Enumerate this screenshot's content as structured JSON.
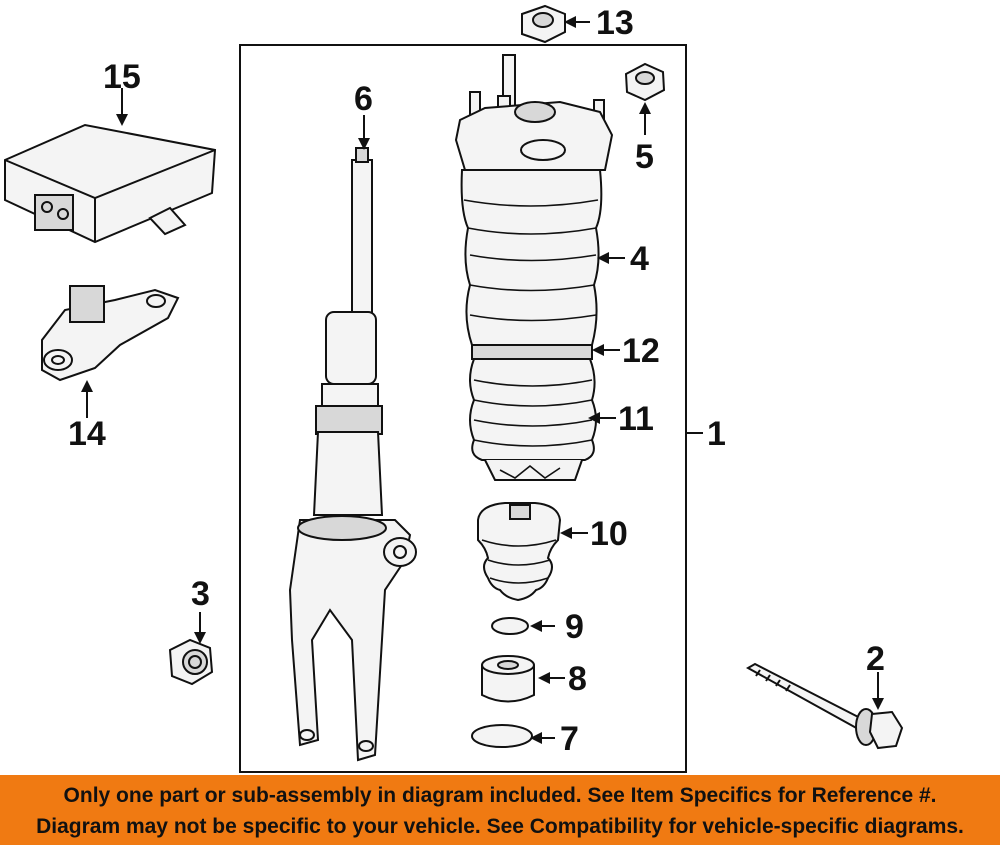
{
  "callouts": {
    "c1": "1",
    "c2": "2",
    "c3": "3",
    "c4": "4",
    "c5": "5",
    "c6": "6",
    "c7": "7",
    "c8": "8",
    "c9": "9",
    "c10": "10",
    "c11": "11",
    "c12": "12",
    "c13": "13",
    "c14": "14",
    "c15": "15"
  },
  "banner": {
    "line1": "Only one part or sub-assembly in diagram included. See Item Specifics for Reference #.",
    "line2": "Diagram may not be specific to your vehicle. See Compatibility for vehicle-specific diagrams."
  },
  "colors": {
    "banner_bg": "#f07a12",
    "ink": "#111111"
  }
}
